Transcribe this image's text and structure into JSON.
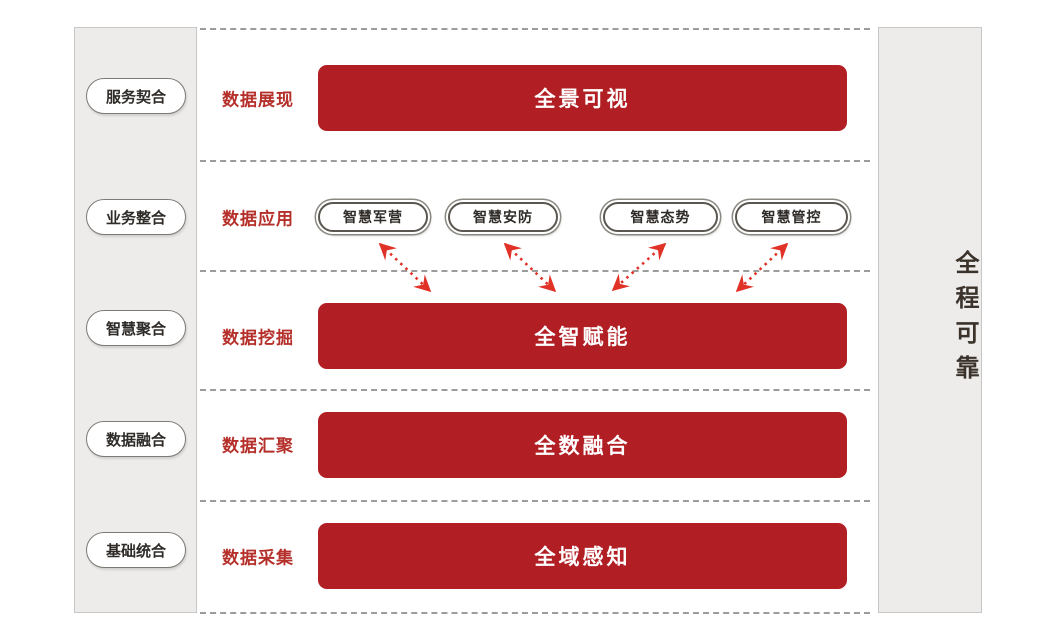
{
  "diagram": {
    "left_sidebar": {
      "items": [
        "服务契合",
        "业务整合",
        "智慧聚合",
        "数据融合",
        "基础统合"
      ]
    },
    "right_sidebar": {
      "label": "全程可靠"
    },
    "rows": [
      {
        "label": "数据展现",
        "type": "bar",
        "bar_label": "全景可视"
      },
      {
        "label": "数据应用",
        "type": "pills",
        "pills": [
          "智慧军营",
          "智慧安防",
          "智慧态势",
          "智慧管控"
        ]
      },
      {
        "label": "数据挖掘",
        "type": "bar",
        "bar_label": "全智赋能"
      },
      {
        "label": "数据汇聚",
        "type": "bar",
        "bar_label": "全数融合"
      },
      {
        "label": "数据采集",
        "type": "bar",
        "bar_label": "全域感知"
      }
    ],
    "arrows": {
      "description": "four double-headed dashed arrows linking application pills to 全智赋能 bar",
      "color": "#E03226"
    },
    "colors": {
      "bar_red": "#B11F24",
      "label_red": "#B5302B",
      "arrow_red": "#E03226",
      "panel_bg": "#EDECEA",
      "panel_border": "#C6C6C6",
      "pill_ring": "#5A5650",
      "dotted_line": "#9C9C9C",
      "side_text": "#3B332B"
    }
  }
}
